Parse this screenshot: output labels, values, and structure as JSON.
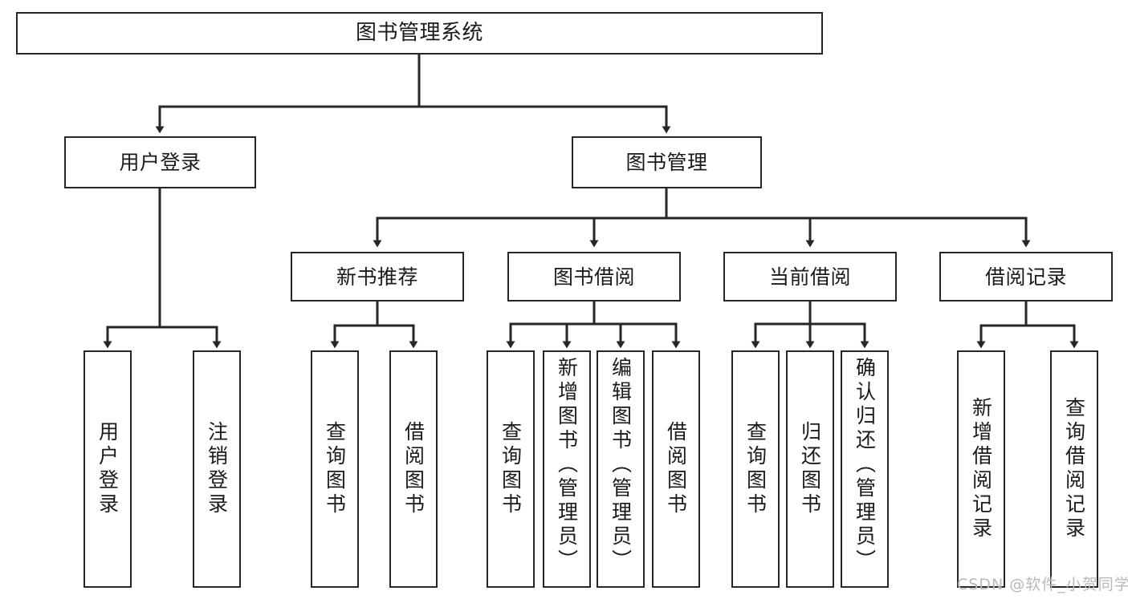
{
  "diagram": {
    "title": "图书管理系统",
    "type": "tree-hierarchy",
    "colors": {
      "box_border": "#262626",
      "box_fill": "#ffffff",
      "edge": "#262626",
      "text": "#1a1a1a",
      "watermark": "#b9b9b9",
      "background": "#ffffff"
    },
    "root": {
      "label": "图书管理系统"
    },
    "level1": [
      {
        "id": "user-login",
        "label": "用户登录"
      },
      {
        "id": "book-manage",
        "label": "图书管理"
      }
    ],
    "level2": [
      {
        "id": "new-book-recommend",
        "label": "新书推荐",
        "parent": "book-manage"
      },
      {
        "id": "book-borrow",
        "label": "图书借阅",
        "parent": "book-manage"
      },
      {
        "id": "current-borrow",
        "label": "当前借阅",
        "parent": "book-manage"
      },
      {
        "id": "borrow-record",
        "label": "借阅记录",
        "parent": "book-manage"
      }
    ],
    "leaves": [
      {
        "id": "leaf-user-login",
        "label": "用户登录",
        "parent": "user-login"
      },
      {
        "id": "leaf-user-logout",
        "label": "注销登录",
        "parent": "user-login"
      },
      {
        "id": "leaf-query-book-1",
        "label": "查询图书",
        "parent": "new-book-recommend"
      },
      {
        "id": "leaf-borrow-book-1",
        "label": "借阅图书",
        "parent": "new-book-recommend"
      },
      {
        "id": "leaf-query-book-2",
        "label": "查询图书",
        "parent": "book-borrow"
      },
      {
        "id": "leaf-add-book",
        "label": "新增图书（管理员）",
        "parent": "book-borrow"
      },
      {
        "id": "leaf-edit-book",
        "label": "编辑图书（管理员）",
        "parent": "book-borrow"
      },
      {
        "id": "leaf-borrow-book-2",
        "label": "借阅图书",
        "parent": "book-borrow"
      },
      {
        "id": "leaf-query-book-3",
        "label": "查询图书",
        "parent": "current-borrow"
      },
      {
        "id": "leaf-return-book",
        "label": "归还图书",
        "parent": "current-borrow"
      },
      {
        "id": "leaf-confirm-return",
        "label": "确认归还（管理员）",
        "parent": "current-borrow"
      },
      {
        "id": "leaf-add-record",
        "label": "新增借阅记录",
        "parent": "borrow-record"
      },
      {
        "id": "leaf-query-record",
        "label": "查询借阅记录",
        "parent": "borrow-record"
      }
    ],
    "watermark": "CSDN @软件_小贺同学"
  }
}
